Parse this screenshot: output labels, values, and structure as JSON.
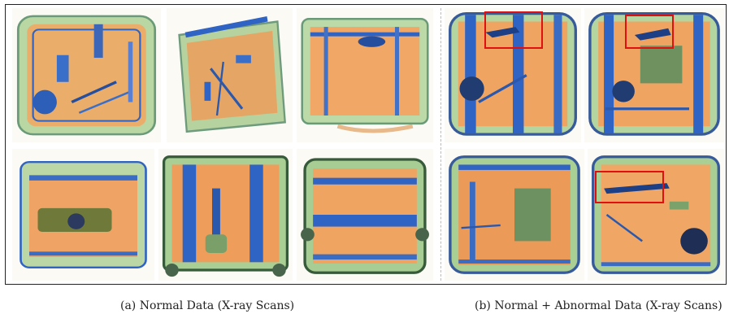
{
  "figure": {
    "panels": [
      {
        "id": "a",
        "caption": "(a) Normal Data (X-ray Scans)"
      },
      {
        "id": "b",
        "caption": "(b) Normal + Abnormal Data (X-ray Scans)"
      }
    ],
    "colors": {
      "orange": "#f0a25e",
      "green": "#a9cf95",
      "blue": "#2f63c4",
      "alert": "#e01010"
    },
    "abnormal_markers": 3
  }
}
